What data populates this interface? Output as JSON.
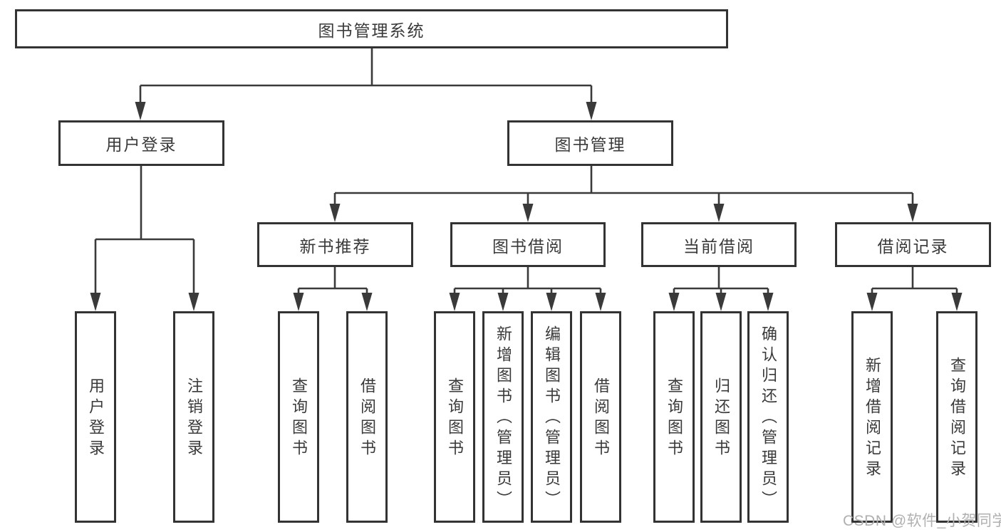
{
  "tree": {
    "root": {
      "label": "图书管理系统"
    },
    "branches": [
      {
        "label": "用户登录",
        "children": [
          {
            "label": "用户登录"
          },
          {
            "label": "注销登录"
          }
        ]
      },
      {
        "label": "图书管理",
        "sections": [
          {
            "label": "新书推荐",
            "children": [
              {
                "label": "查询图书"
              },
              {
                "label": "借阅图书"
              }
            ]
          },
          {
            "label": "图书借阅",
            "children": [
              {
                "label": "查询图书"
              },
              {
                "label": "新增图书（管理员）"
              },
              {
                "label": "编辑图书（管理员）"
              },
              {
                "label": "借阅图书"
              }
            ]
          },
          {
            "label": "当前借阅",
            "children": [
              {
                "label": "查询图书"
              },
              {
                "label": "归还图书"
              },
              {
                "label": "确认归还（管理员）"
              }
            ]
          },
          {
            "label": "借阅记录",
            "children": [
              {
                "label": "新增借阅记录"
              },
              {
                "label": "查询借阅记录"
              }
            ]
          }
        ]
      }
    ]
  },
  "watermark": "CSDN @软件_小贺同学",
  "colors": {
    "bg": "#ffffff",
    "border": "#333333",
    "line": "#3a3a3a",
    "text": "#3a3a3a",
    "watermark": "#b0b0b0"
  }
}
